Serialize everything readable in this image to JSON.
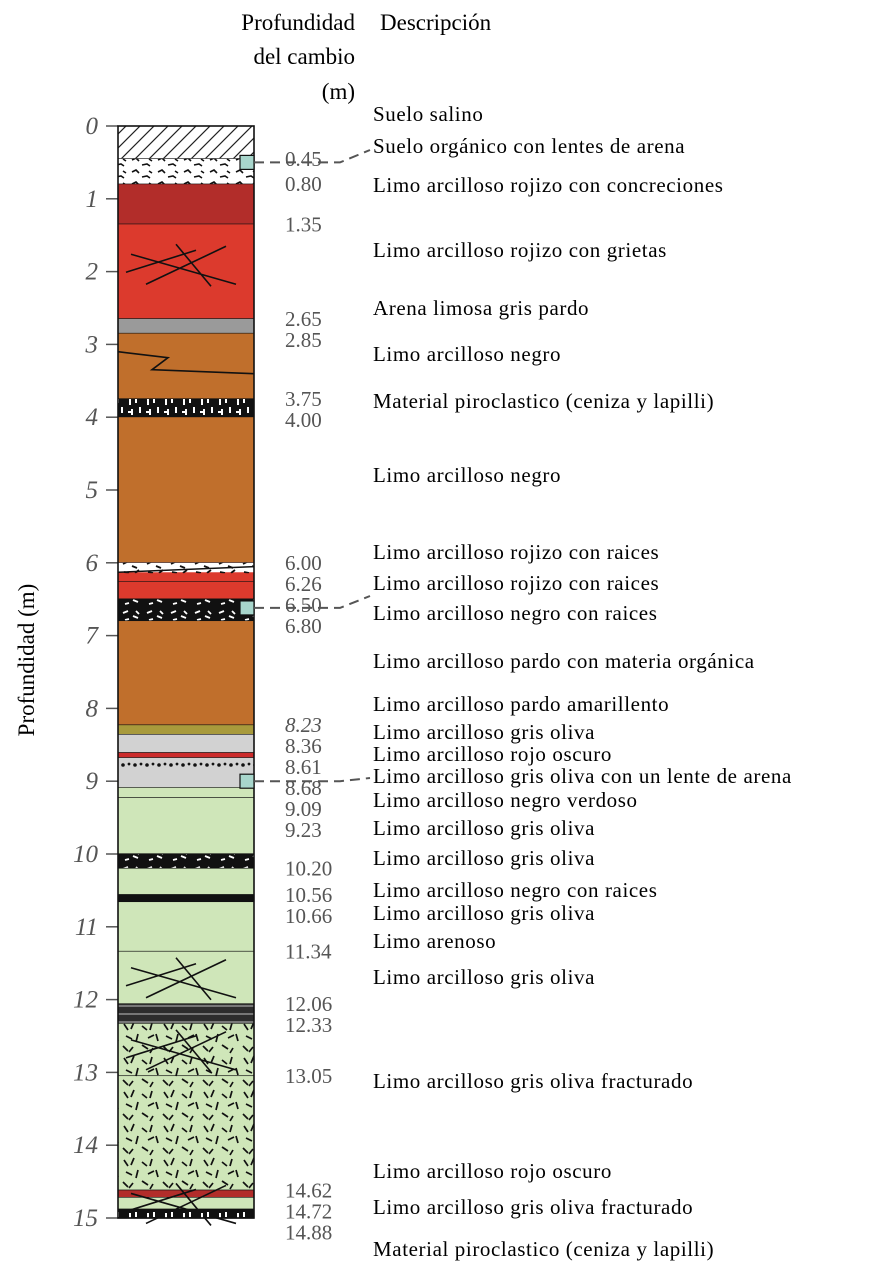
{
  "headers": {
    "depth_change_line1": "Profundidad",
    "depth_change_line2": "del cambio",
    "depth_change_line3": "(m)",
    "description": "Descripción"
  },
  "y_axis_label": "Profundidad (m)",
  "depth_ticks": [
    "0",
    "1",
    "2",
    "3",
    "4",
    "5",
    "6",
    "7",
    "8",
    "9",
    "10",
    "11",
    "12",
    "13",
    "14",
    "15"
  ],
  "colors": {
    "saline": "#ffffff",
    "red_dark": "#b22d2a",
    "red": "#dc3a2d",
    "grey_sand": "#9a9a9a",
    "brown": "#c06f2c",
    "black": "#111111",
    "olive_brown": "#a89a3c",
    "light_grey": "#d2d2d2",
    "red_thin": "#cc2a2a",
    "pale_green": "#cfe6b9",
    "dark_band": "#333333",
    "sample_marker": "#a8d6cc"
  },
  "change_depths": [
    {
      "text": "0.45",
      "depth": 0.45,
      "italic": false
    },
    {
      "text": "0.80",
      "depth": 0.8,
      "italic": false
    },
    {
      "text": "1.35",
      "depth": 1.35,
      "italic": false
    },
    {
      "text": "2.65",
      "depth": 2.65,
      "italic": false
    },
    {
      "text": "2.85",
      "depth": 2.85,
      "italic": false
    },
    {
      "text": "3.75",
      "depth": 3.75,
      "italic": false
    },
    {
      "text": "4.00",
      "depth": 4.0,
      "italic": false
    },
    {
      "text": "6.00",
      "depth": 6.0,
      "italic": false
    },
    {
      "text": "6.26",
      "depth": 6.26,
      "italic": false
    },
    {
      "text": "6.50",
      "depth": 6.5,
      "italic": false
    },
    {
      "text": "6.80",
      "depth": 6.8,
      "italic": false
    },
    {
      "text": "8.23",
      "depth": 8.23,
      "italic": true
    },
    {
      "text": "8.36",
      "depth": 8.36,
      "italic": false
    },
    {
      "text": "8.61",
      "depth": 8.61,
      "italic": false
    },
    {
      "text": "8.68",
      "depth": 8.68,
      "italic": false
    },
    {
      "text": "9.09",
      "depth": 9.09,
      "italic": false
    },
    {
      "text": "9.23",
      "depth": 9.23,
      "italic": false
    },
    {
      "text": "10.20",
      "depth": 10.2,
      "italic": false
    },
    {
      "text": "10.56",
      "depth": 10.56,
      "italic": false
    },
    {
      "text": "10.66",
      "depth": 10.66,
      "italic": false
    },
    {
      "text": "11.34",
      "depth": 11.34,
      "italic": false
    },
    {
      "text": "12.06",
      "depth": 12.06,
      "italic": false
    },
    {
      "text": "12.33",
      "depth": 12.33,
      "italic": false
    },
    {
      "text": "13.05",
      "depth": 13.05,
      "italic": false
    },
    {
      "text": "14.62",
      "depth": 14.62,
      "italic": false
    },
    {
      "text": "14.72",
      "depth": 14.72,
      "italic": false
    },
    {
      "text": "14.88",
      "depth": 14.88,
      "italic": false
    }
  ],
  "descriptions": [
    "Suelo salino",
    "Suelo orgánico con lentes de arena",
    "Limo arcilloso rojizo con concreciones",
    "Limo arcilloso rojizo con grietas",
    "Arena  limosa gris pardo",
    "Limo arcilloso negro",
    "Material piroclastico (ceniza y lapilli)",
    "Limo arcilloso negro",
    "Limo arcilloso rojizo con raices",
    "Limo arcilloso rojizo con raices",
    "Limo arcilloso negro con raices",
    "Limo arcilloso pardo con materia orgánica",
    "Limo arcilloso pardo amarillento",
    "Limo arcilloso gris oliva",
    "Limo arcilloso rojo oscuro",
    "Limo arcilloso gris oliva con un lente de arena",
    "Limo arcilloso negro verdoso",
    "Limo arcilloso gris oliva",
    "Limo arcilloso gris oliva",
    "Limo arcilloso negro con raices",
    "Limo arcilloso gris oliva",
    "Limo arenoso",
    "Limo arcilloso gris oliva",
    "Limo arcilloso gris oliva fracturado",
    "Limo arcilloso rojo oscuro",
    "Limo arcilloso gris oliva fracturado",
    "Material piroclastico (ceniza y lapilli)"
  ],
  "layers": [
    {
      "top": 0.0,
      "bottom": 0.45,
      "color": "saline",
      "pattern": "hatch"
    },
    {
      "top": 0.45,
      "bottom": 0.8,
      "color": "saline",
      "pattern": "organic"
    },
    {
      "top": 0.8,
      "bottom": 1.35,
      "color": "red_dark",
      "pattern": "none"
    },
    {
      "top": 1.35,
      "bottom": 2.65,
      "color": "red",
      "pattern": "cracks"
    },
    {
      "top": 2.65,
      "bottom": 2.85,
      "color": "grey_sand",
      "pattern": "none"
    },
    {
      "top": 2.85,
      "bottom": 3.75,
      "color": "brown",
      "pattern": "zigzag"
    },
    {
      "top": 3.75,
      "bottom": 4.0,
      "color": "black",
      "pattern": "pyroclastic"
    },
    {
      "top": 4.0,
      "bottom": 6.0,
      "color": "brown",
      "pattern": "none"
    },
    {
      "top": 6.0,
      "bottom": 6.26,
      "color": "red",
      "pattern": "roots_white"
    },
    {
      "top": 6.26,
      "bottom": 6.5,
      "color": "red",
      "pattern": "none"
    },
    {
      "top": 6.5,
      "bottom": 6.8,
      "color": "black",
      "pattern": "roots_dark"
    },
    {
      "top": 6.8,
      "bottom": 8.23,
      "color": "brown",
      "pattern": "none"
    },
    {
      "top": 8.23,
      "bottom": 8.36,
      "color": "olive_brown",
      "pattern": "none"
    },
    {
      "top": 8.36,
      "bottom": 8.61,
      "color": "light_grey",
      "pattern": "none"
    },
    {
      "top": 8.61,
      "bottom": 8.68,
      "color": "red_thin",
      "pattern": "none"
    },
    {
      "top": 8.68,
      "bottom": 9.09,
      "color": "light_grey",
      "pattern": "sand_lens"
    },
    {
      "top": 9.09,
      "bottom": 9.23,
      "color": "pale_green",
      "pattern": "none"
    },
    {
      "top": 9.23,
      "bottom": 10.0,
      "color": "pale_green",
      "pattern": "none"
    },
    {
      "top": 10.0,
      "bottom": 10.2,
      "color": "black",
      "pattern": "roots_dark"
    },
    {
      "top": 10.2,
      "bottom": 10.56,
      "color": "pale_green",
      "pattern": "none"
    },
    {
      "top": 10.56,
      "bottom": 10.66,
      "color": "black",
      "pattern": "thin_dots"
    },
    {
      "top": 10.66,
      "bottom": 11.34,
      "color": "pale_green",
      "pattern": "none"
    },
    {
      "top": 11.34,
      "bottom": 12.06,
      "color": "pale_green",
      "pattern": "cracks_sparse"
    },
    {
      "top": 12.06,
      "bottom": 12.33,
      "color": "dark_band",
      "pattern": "stripes"
    },
    {
      "top": 12.33,
      "bottom": 13.05,
      "color": "pale_green",
      "pattern": "fractured_cracks"
    },
    {
      "top": 13.05,
      "bottom": 14.62,
      "color": "pale_green",
      "pattern": "fractured"
    },
    {
      "top": 14.62,
      "bottom": 14.72,
      "color": "red_dark",
      "pattern": "none"
    },
    {
      "top": 14.72,
      "bottom": 14.88,
      "color": "pale_green",
      "pattern": "cracks_sparse"
    },
    {
      "top": 14.88,
      "bottom": 15.0,
      "color": "black",
      "pattern": "pyroclastic"
    }
  ],
  "samples": [
    {
      "depth": 0.5
    },
    {
      "depth": 6.62
    },
    {
      "depth": 9.0
    }
  ]
}
